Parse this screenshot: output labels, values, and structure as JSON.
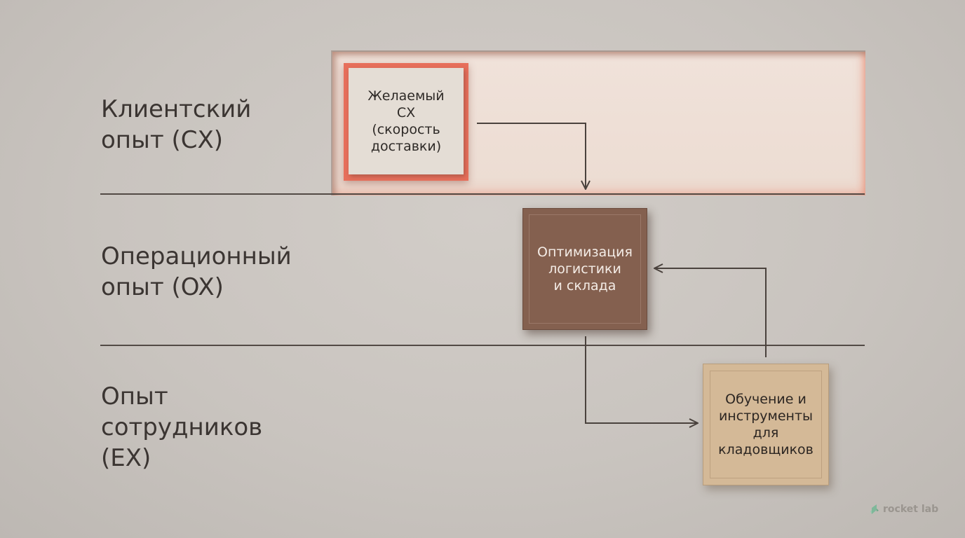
{
  "layers": {
    "cx": "Клиентский\nопыт (CX)",
    "ox": "Операционный\nопыт (OX)",
    "ex": "Опыт\nсотрудников\n(EX)"
  },
  "cards": {
    "cx": "Желаемый\nCX\n(скорость\nдоставки)",
    "ox": "Оптимизация\nлогистики\nи склада",
    "ex": "Обучение и\nинструменты\nдля\nкладовщиков"
  },
  "brand": {
    "name": "rocket lab",
    "icon": "rocket-lab-logo-icon"
  },
  "colors": {
    "cx_accent": "#e76f5b",
    "ox_card": "#84604f",
    "ex_card": "#d4b997",
    "lines": "#524a45",
    "text": "#3b3532"
  }
}
